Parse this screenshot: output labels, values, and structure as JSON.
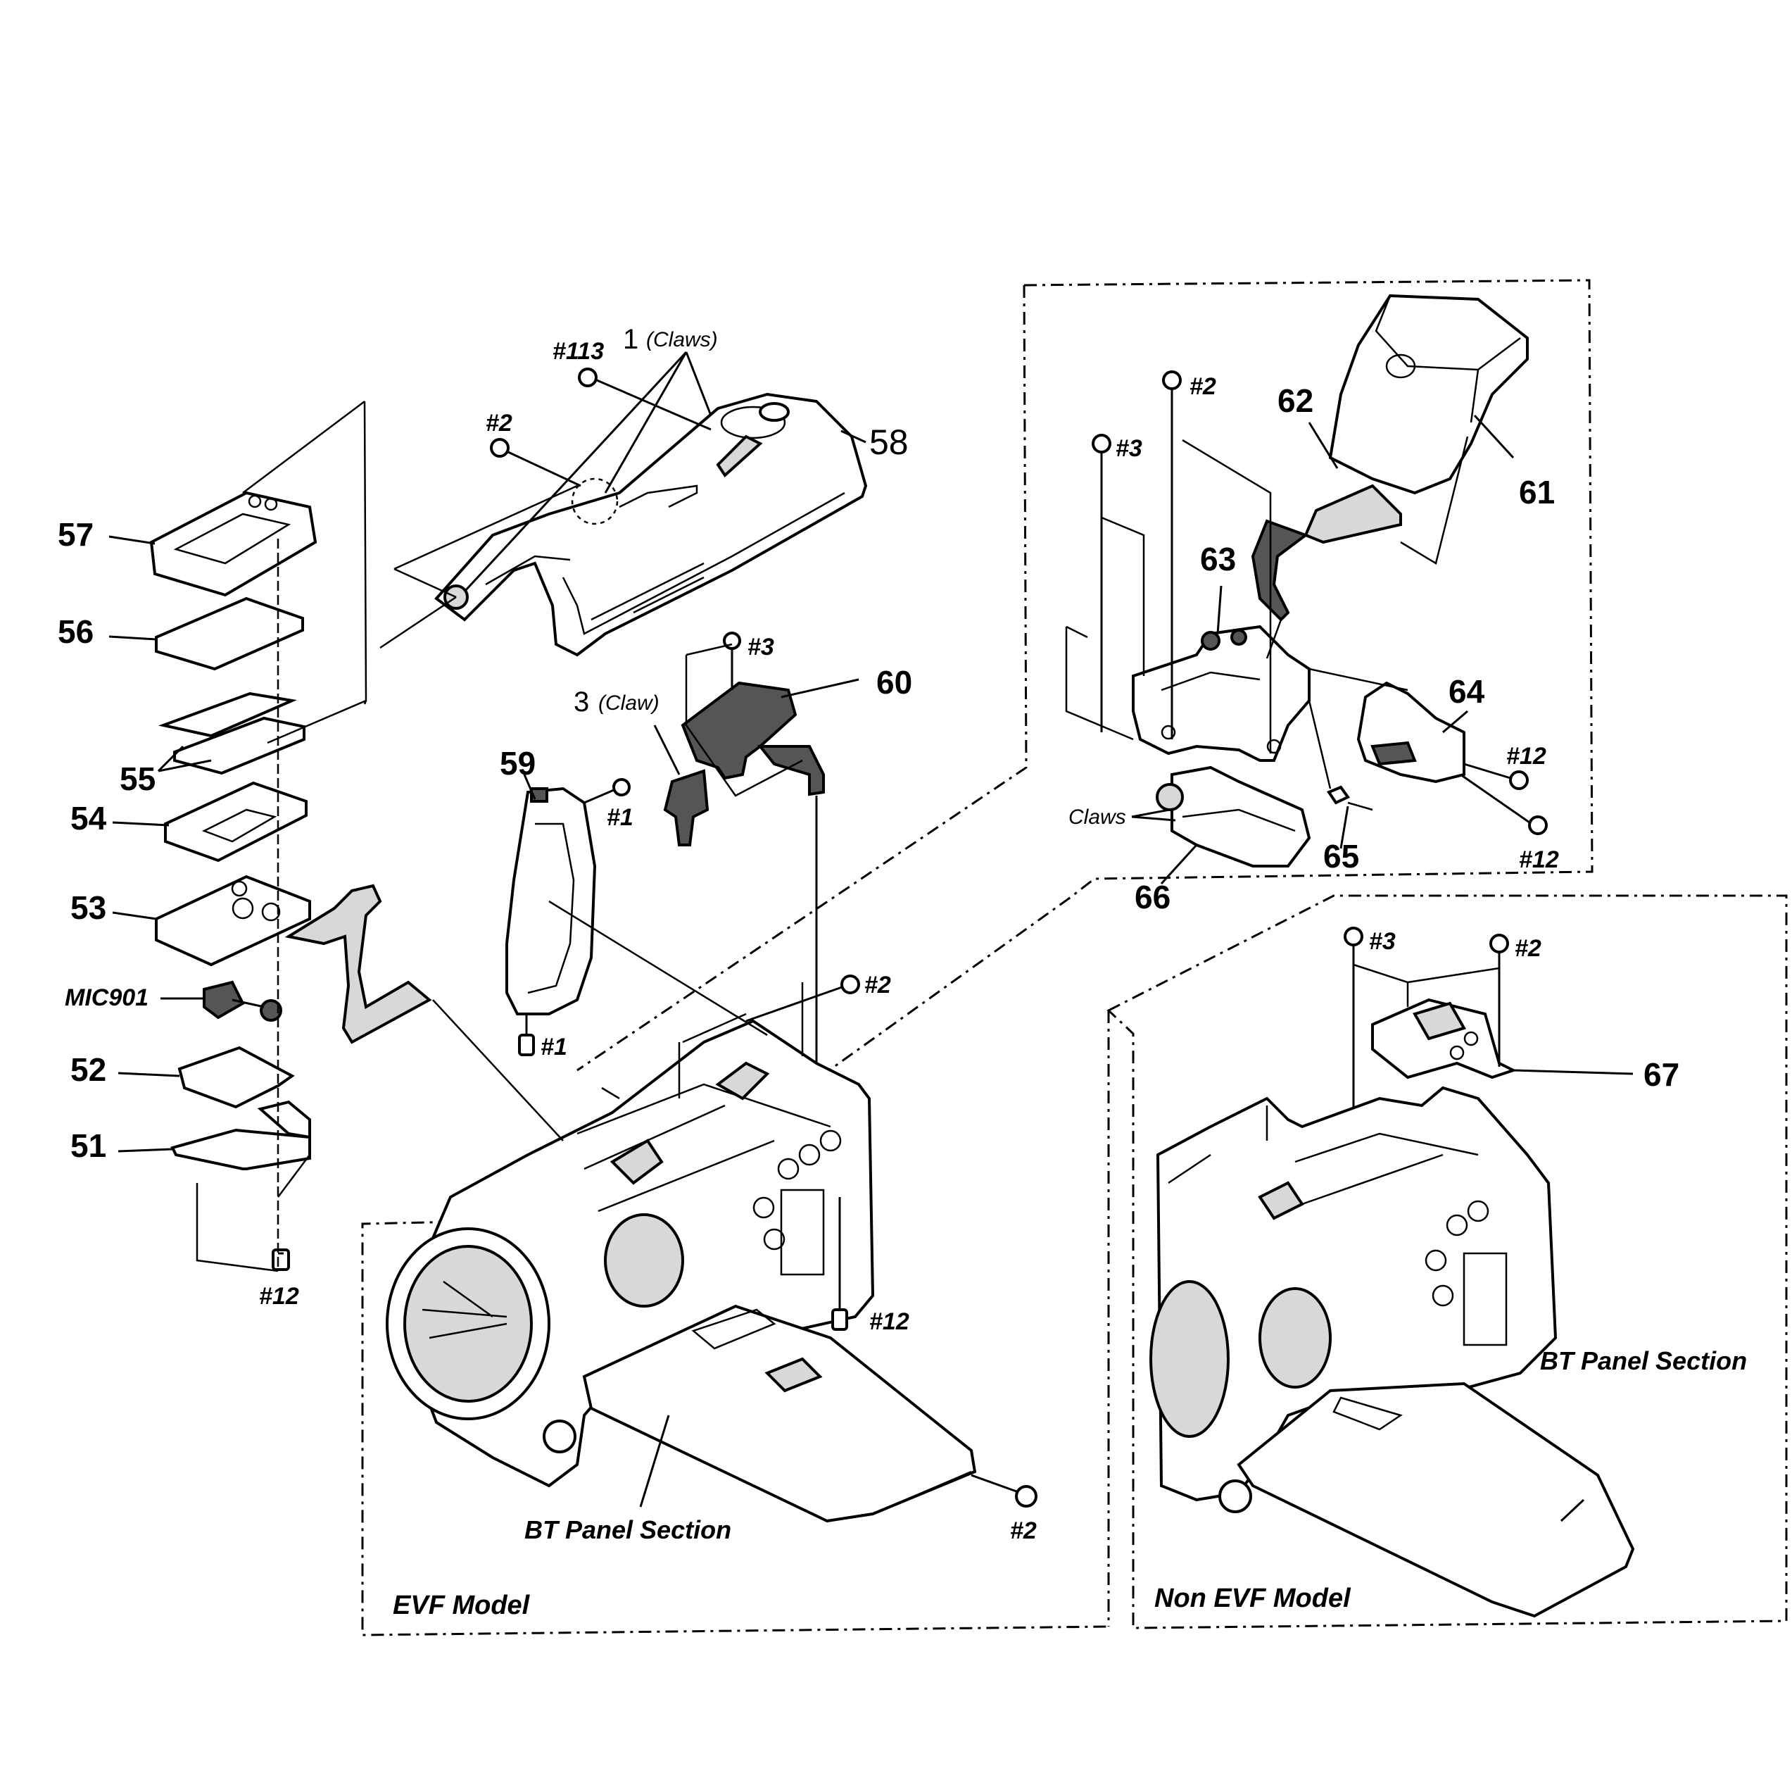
{
  "labels": {
    "p51": "51",
    "p52": "52",
    "p53": "53",
    "p54": "54",
    "p55": "55",
    "p56": "56",
    "p57": "57",
    "p58": "58",
    "p59": "59",
    "p60": "60",
    "p61": "61",
    "p62": "62",
    "p63": "63",
    "p64": "64",
    "p65": "65",
    "p66": "66",
    "p67": "67",
    "mic": "MIC901"
  },
  "screws": {
    "s113": "#113",
    "s2_top": "#2",
    "s3_mid": "#3",
    "s1_a": "#1",
    "s1_b": "#1",
    "s2_body": "#2",
    "s12_left": "#12",
    "s12_body": "#12",
    "s2_panel": "#2",
    "s2_evf": "#2",
    "s3_evf": "#3",
    "s12_evf_a": "#12",
    "s12_evf_b": "#12",
    "s3_nonevf": "#3",
    "s2_nonevf": "#2"
  },
  "notes": {
    "claws_1_num": "1",
    "claws_1_text": "(Claws)",
    "claw_3_num": "3",
    "claw_3_text": "(Claw)",
    "claws_66": "Claws"
  },
  "sections": {
    "bt_panel_evf": "BT Panel Section",
    "bt_panel_nonevf": "BT Panel Section",
    "evf_model": "EVF Model",
    "non_evf_model": "Non EVF Model"
  }
}
